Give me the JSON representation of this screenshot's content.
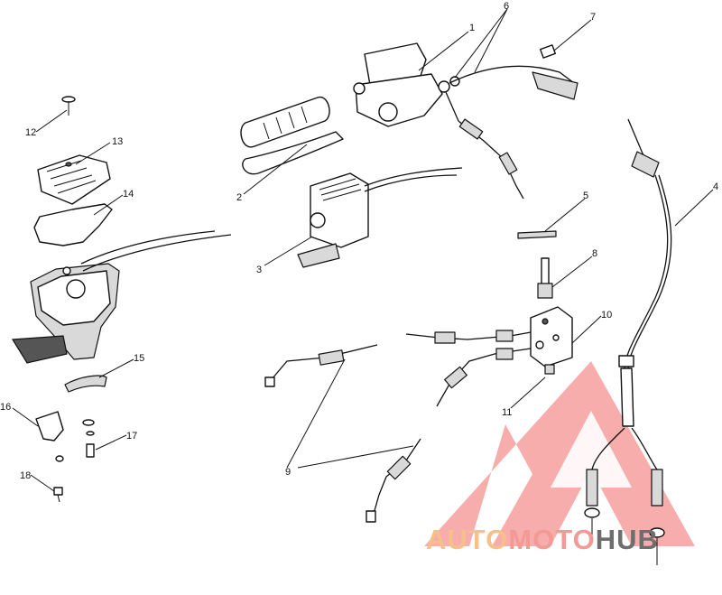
{
  "callouts": [
    {
      "id": "1",
      "text": "1"
    },
    {
      "id": "2",
      "text": "2"
    },
    {
      "id": "3",
      "text": "3"
    },
    {
      "id": "4",
      "text": "4"
    },
    {
      "id": "5",
      "text": "5"
    },
    {
      "id": "6",
      "text": "6"
    },
    {
      "id": "7",
      "text": "7"
    },
    {
      "id": "8",
      "text": "8"
    },
    {
      "id": "9",
      "text": "9"
    },
    {
      "id": "10",
      "text": "10"
    },
    {
      "id": "11",
      "text": "11"
    },
    {
      "id": "12",
      "text": "12"
    },
    {
      "id": "13",
      "text": "13"
    },
    {
      "id": "14",
      "text": "14"
    },
    {
      "id": "15",
      "text": "15"
    },
    {
      "id": "16",
      "text": "16"
    },
    {
      "id": "17",
      "text": "17"
    },
    {
      "id": "18",
      "text": "18"
    }
  ],
  "watermark": {
    "part1": "AUTO",
    "part2": "MOTO",
    "part3": "HUB",
    "color1": "#f7c08a",
    "color2": "#f29a96",
    "color3": "#6e6e6e",
    "triangle_color": "#f06a68"
  }
}
